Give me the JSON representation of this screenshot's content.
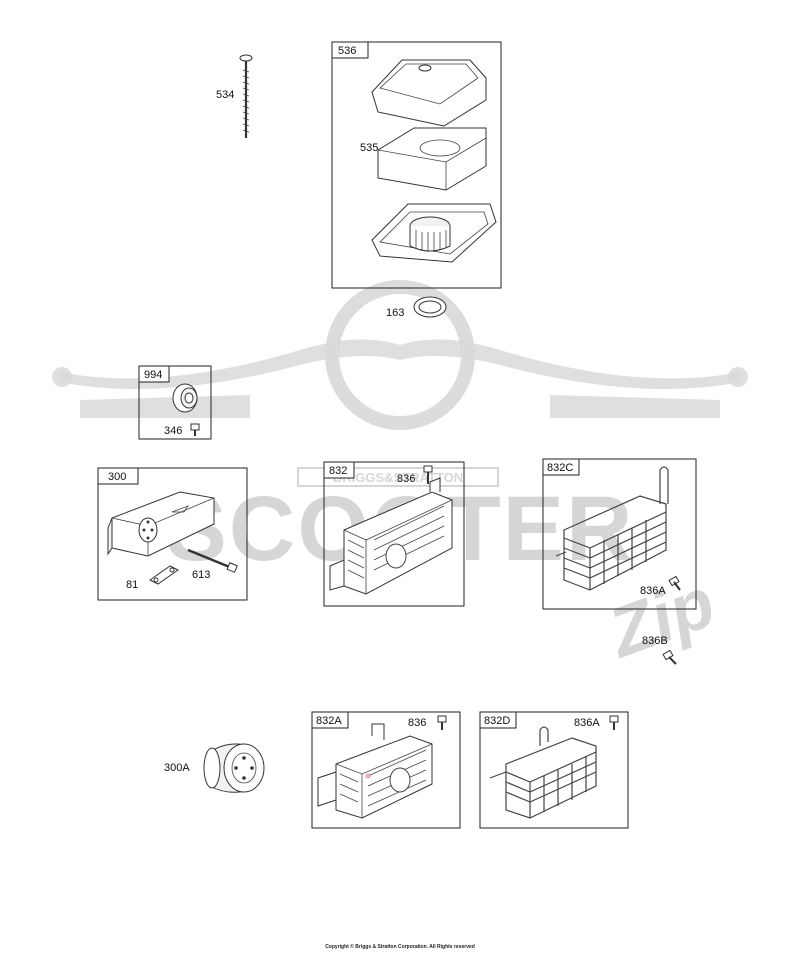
{
  "labels": {
    "l534": "534",
    "l535": "535",
    "l163": "163",
    "l346": "346",
    "l81": "81",
    "l613": "613",
    "l836_a": "836",
    "l836A_a": "836A",
    "l836B": "836B",
    "l300A": "300A",
    "l836_b": "836",
    "l836A_b": "836A"
  },
  "boxes": {
    "b536": "536",
    "b994": "994",
    "b300": "300",
    "b832": "832",
    "b832C": "832C",
    "b832A": "832A",
    "b832D": "832D"
  },
  "watermark": {
    "brand_banner": "BRIGGS&STRATTON",
    "word": "SCOOTER",
    "suffix": "Zip"
  },
  "copyright": "Copyright © Briggs & Stratton Corporation. All Rights reserved"
}
